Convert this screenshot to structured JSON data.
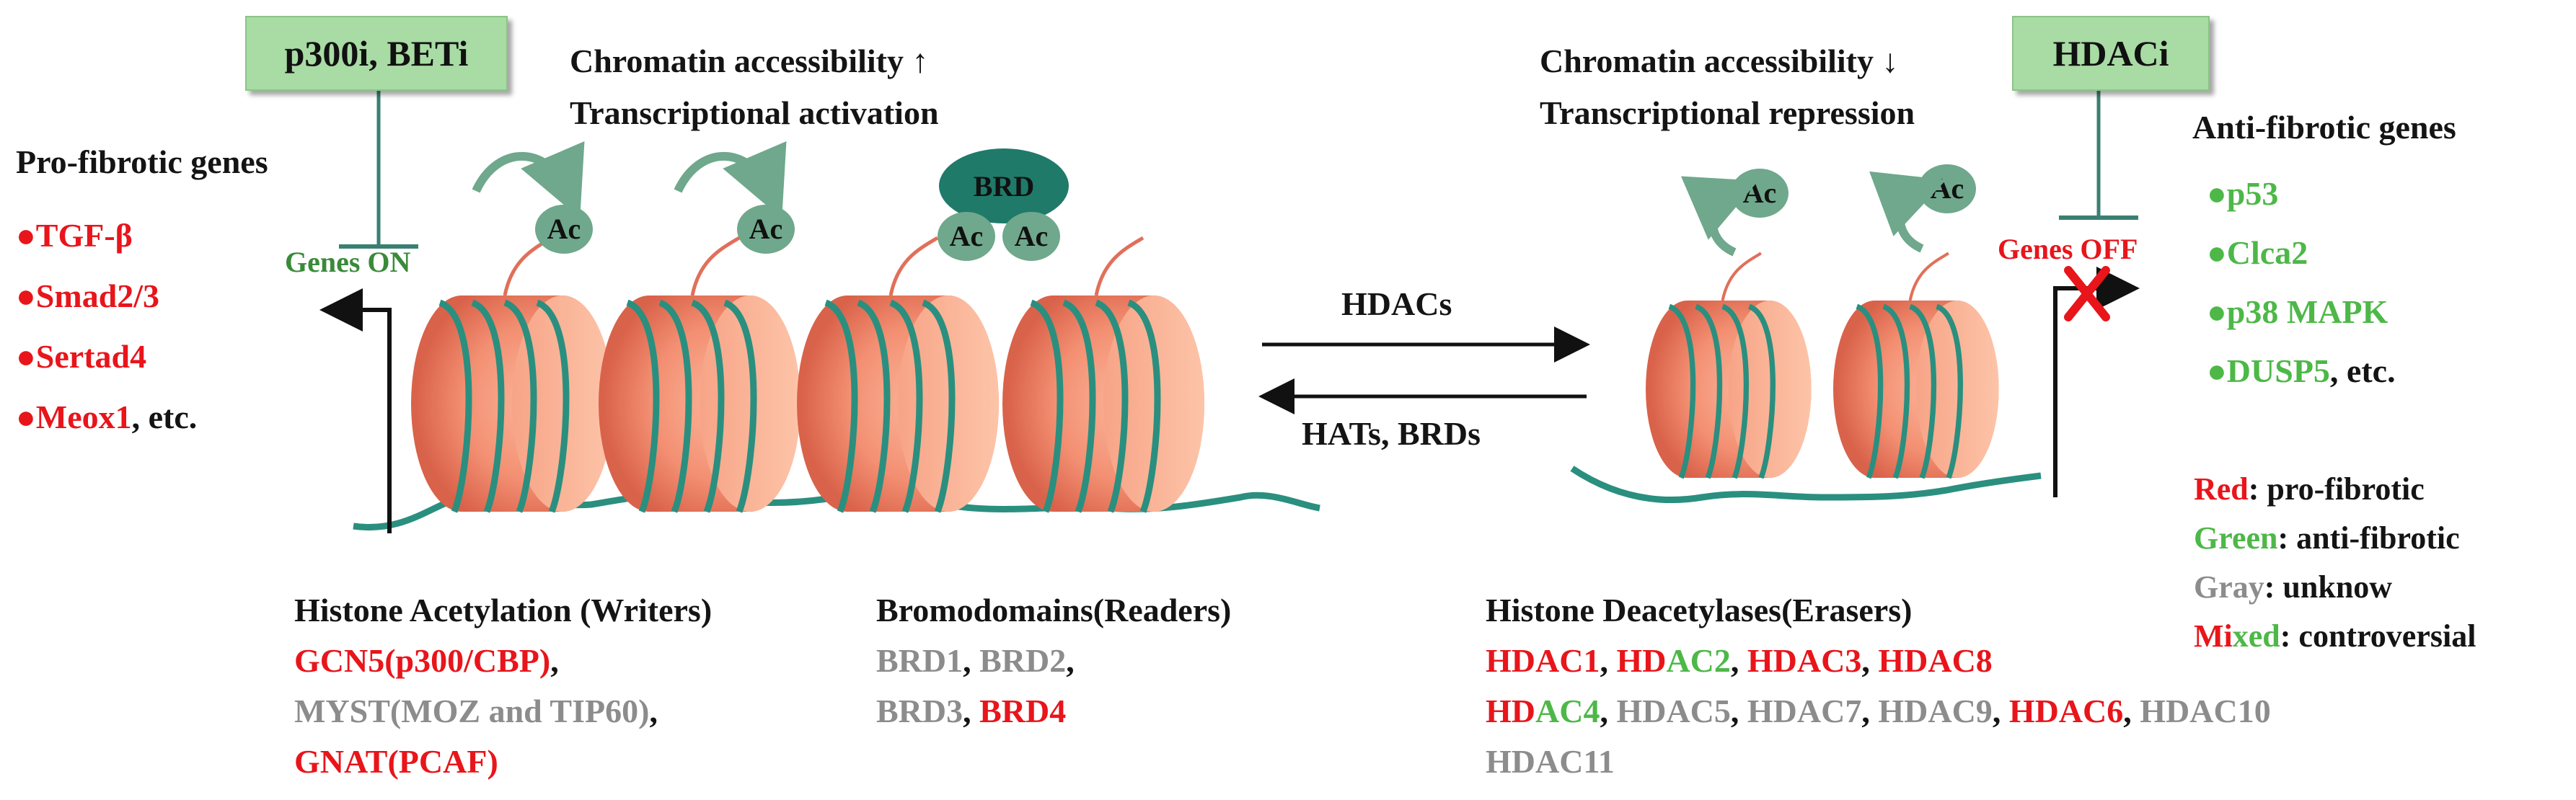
{
  "left": {
    "inhibitor": "p300i, BETi",
    "header_line1": "Chromatin accessibility ↑",
    "header_line2": "Transcriptional activation",
    "genes_title": "Pro-fibrotic genes",
    "genes": [
      "TGF-β",
      "Smad2/3",
      "Sertad4",
      "Meox1"
    ],
    "genes_etc": ", etc.",
    "genes_state": "Genes ON"
  },
  "right": {
    "inhibitor": "HDACi",
    "header_line1": "Chromatin accessibility ↓",
    "header_line2": "Transcriptional repression",
    "genes_title": "Anti-fibrotic genes",
    "genes": [
      "p53",
      "Clca2",
      "p38 MAPK",
      "DUSP5"
    ],
    "genes_etc": ", etc.",
    "genes_state": "Genes OFF"
  },
  "center": {
    "forward_label": "HDACs",
    "reverse_label": "HATs, BRDs",
    "ac_label": "Ac",
    "brd_label": "BRD"
  },
  "legend": {
    "red": {
      "word": "Red",
      "desc": ": pro-fibrotic"
    },
    "green": {
      "word": "Green",
      "desc": ": anti-fibrotic"
    },
    "gray": {
      "word": "Gray",
      "desc": ": unknow"
    },
    "mixed": {
      "word_a": "Mi",
      "word_b": "xed",
      "desc": ": controversial"
    }
  },
  "writers": {
    "title": "Histone Acetylation (Writers)",
    "item1": "GCN5(p300/CBP)",
    "sep1": ",",
    "item2": "MYST(MOZ and TIP60)",
    "sep2": ",",
    "item3": "GNAT(PCAF)"
  },
  "readers": {
    "title": "Bromodomains(Readers)",
    "brd1": "BRD1",
    "brd2": "BRD2",
    "brd3": "BRD3",
    "brd4": "BRD4",
    "sep": ", ",
    "sep_end": ","
  },
  "erasers": {
    "title": "Histone Deacetylases(Erasers)",
    "hdac1": "HDAC1",
    "hdac2_a": "HD",
    "hdac2_b": "AC2",
    "hdac3": "HDAC3",
    "hdac8": "HDAC8",
    "hdac4_a": "HD",
    "hdac4_b": "AC4",
    "hdac5": "HDAC5",
    "hdac7": "HDAC7",
    "hdac9": "HDAC9",
    "hdac6": "HDAC6",
    "hdac10": "HDAC10",
    "hdac11": "HDAC11",
    "sep": ", "
  },
  "colors": {
    "nucleosome": "#f08a6e",
    "dna": "#2a8f7f",
    "ac_bubble": "#6fa88c",
    "brd": "#1f7a6a",
    "pro_fibrotic": "#e8151b",
    "anti_fibrotic": "#4db848",
    "unknown": "#8c8c8c",
    "inhibitor_box": "#a9dba4"
  }
}
